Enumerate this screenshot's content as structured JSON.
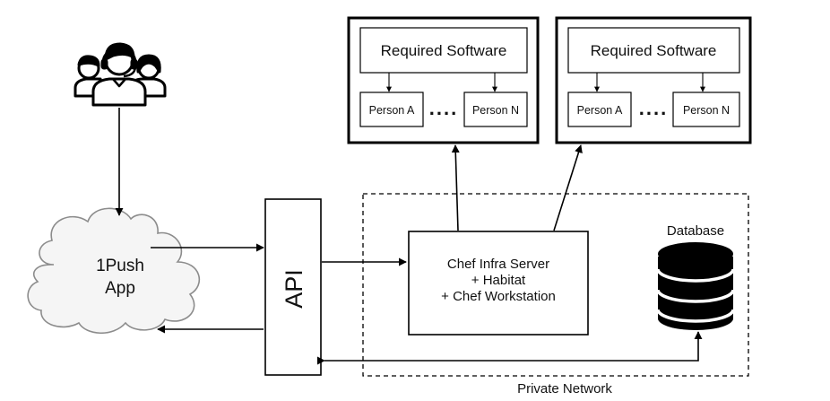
{
  "users_group": {
    "icon": "users-group-icon"
  },
  "cloud": {
    "line1": "1Push",
    "line2": "App",
    "icon": "cloud-icon"
  },
  "api": {
    "label": "API"
  },
  "private_network": {
    "label": "Private Network"
  },
  "chef_server": {
    "line1": "Chef Infra Server",
    "line2": "+ Habitat",
    "line3": "+ Chef Workstation"
  },
  "database": {
    "label": "Database",
    "icon": "database-icon"
  },
  "software_groups": [
    {
      "title": "Required Software",
      "person_a": "Person A",
      "dots": "....",
      "person_n": "Person N"
    },
    {
      "title": "Required Software",
      "person_a": "Person A",
      "dots": "....",
      "person_n": "Person N"
    }
  ]
}
